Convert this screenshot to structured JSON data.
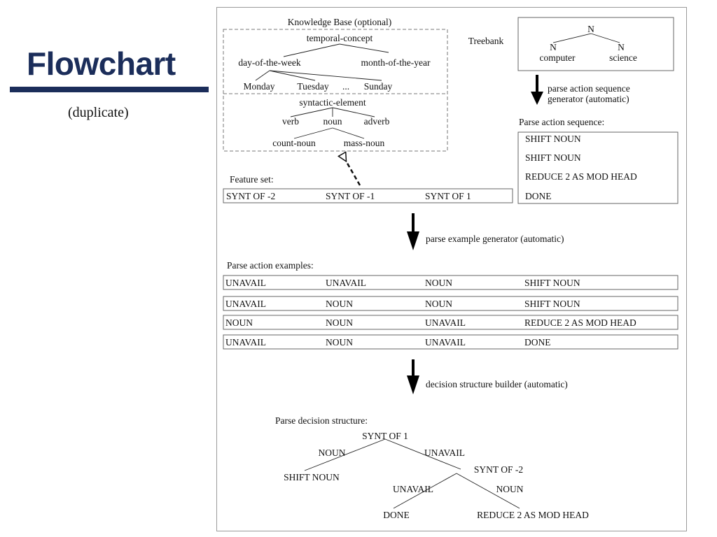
{
  "slide": {
    "title": "Flowchart",
    "subtitle": "(duplicate)"
  },
  "knowledge_base": {
    "title": "Knowledge Base (optional)",
    "temporal": {
      "root": "temporal-concept",
      "level1": [
        "day-of-the-week",
        "month-of-the-year"
      ],
      "level2": [
        "Monday",
        "Tuesday",
        "...",
        "Sunday"
      ]
    },
    "syntactic": {
      "root": "syntactic-element",
      "level1": [
        "verb",
        "noun",
        "adverb"
      ],
      "level2": [
        "count-noun",
        "mass-noun"
      ]
    }
  },
  "treebank": {
    "label": "Treebank",
    "root": "N",
    "children": [
      "N",
      "N"
    ],
    "words": [
      "computer",
      "science"
    ]
  },
  "steps": {
    "sequence_generator": [
      "parse action sequence",
      "generator (automatic)"
    ],
    "example_generator": "parse example generator (automatic)",
    "structure_builder": "decision structure builder (automatic)"
  },
  "parse_action_sequence": {
    "label": "Parse action sequence:",
    "items": [
      "SHIFT NOUN",
      "SHIFT NOUN",
      "REDUCE 2 AS MOD HEAD",
      "DONE"
    ]
  },
  "feature_set": {
    "label": "Feature set:",
    "items": [
      "SYNT OF -2",
      "SYNT OF -1",
      "SYNT OF 1"
    ]
  },
  "parse_action_examples": {
    "label": "Parse action examples:",
    "rows": [
      [
        "UNAVAIL",
        "UNAVAIL",
        "NOUN",
        "SHIFT NOUN"
      ],
      [
        "UNAVAIL",
        "NOUN",
        "NOUN",
        "SHIFT NOUN"
      ],
      [
        "NOUN",
        "NOUN",
        "UNAVAIL",
        "REDUCE 2 AS MOD HEAD"
      ],
      [
        "UNAVAIL",
        "NOUN",
        "UNAVAIL",
        "DONE"
      ]
    ]
  },
  "decision_structure": {
    "label": "Parse decision structure:",
    "root": "SYNT OF 1",
    "root_edges": [
      "NOUN",
      "UNAVAIL"
    ],
    "left_leaf": "SHIFT NOUN",
    "inner": "SYNT OF -2",
    "inner_edges": [
      "UNAVAIL",
      "NOUN"
    ],
    "leaves": [
      "DONE",
      "REDUCE 2 AS MOD HEAD"
    ]
  }
}
